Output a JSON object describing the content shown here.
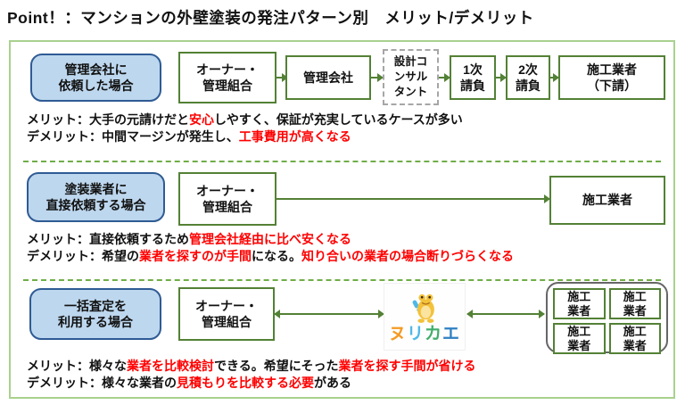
{
  "title": "Point！：マンションの外壁塗装の発注パターン別　メリット/デメリット",
  "colors": {
    "frame_green": "#A9D18E",
    "node_border_green": "#538135",
    "divider_green": "#70AD47",
    "case_fill_blue": "#BDD7EE",
    "case_border_blue": "#2F5B94",
    "highlight_red": "#FF0000",
    "consultant_dashed_gray": "#A6A6A6"
  },
  "sections": [
    {
      "case_label": "管理会社に\n依頼した場合",
      "nodes": {
        "owner": "オーナー・\n管理組合",
        "management": "管理会社",
        "consultant": "設計コ\nンサル\nタント",
        "primary": "1次\n請負",
        "secondary": "2次\n請負",
        "contractor": "施工業者\n（下請）"
      },
      "merit": [
        {
          "t": "メリット：大手の元請けだと"
        },
        {
          "t": "安心",
          "red": true
        },
        {
          "t": "しやすく、保証が充実しているケースが多い"
        }
      ],
      "demerit": [
        {
          "t": "デメリット：中間マージンが発生し、"
        },
        {
          "t": "工事費用が高くなる",
          "red": true
        }
      ]
    },
    {
      "case_label": "塗装業者に\n直接依頼する場合",
      "nodes": {
        "owner": "オーナー・\n管理組合",
        "contractor": "施工業者"
      },
      "merit": [
        {
          "t": "メリット：直接依頼するため"
        },
        {
          "t": "管理会社経由に比べ安くなる",
          "red": true
        }
      ],
      "demerit": [
        {
          "t": "デメリット：希望の"
        },
        {
          "t": "業者を探すのが手間",
          "red": true
        },
        {
          "t": "になる。"
        },
        {
          "t": "知り合いの業者の場合断りづらくなる",
          "red": true
        }
      ]
    },
    {
      "case_label": "一括査定を\n利用する場合",
      "nodes": {
        "owner": "オーナー・\n管理組合",
        "contractor": "施工\n業者"
      },
      "merit": [
        {
          "t": "メリット：様々な"
        },
        {
          "t": "業者を比較検討",
          "red": true
        },
        {
          "t": "できる。希望にそった"
        },
        {
          "t": "業者を探す手間が省ける",
          "red": true
        }
      ],
      "demerit": [
        {
          "t": "デメリット：様々な業者の"
        },
        {
          "t": "見積もりを比較する必要",
          "red": true
        },
        {
          "t": "がある"
        }
      ]
    }
  ],
  "nurikae": {
    "chars": [
      {
        "c": "ヌ",
        "color": "#F59A23"
      },
      {
        "c": "リ",
        "color": "#4FB8E7"
      },
      {
        "c": "カ",
        "color": "#3FAE6A"
      },
      {
        "c": "エ",
        "color": "#2F80C3"
      }
    ]
  }
}
